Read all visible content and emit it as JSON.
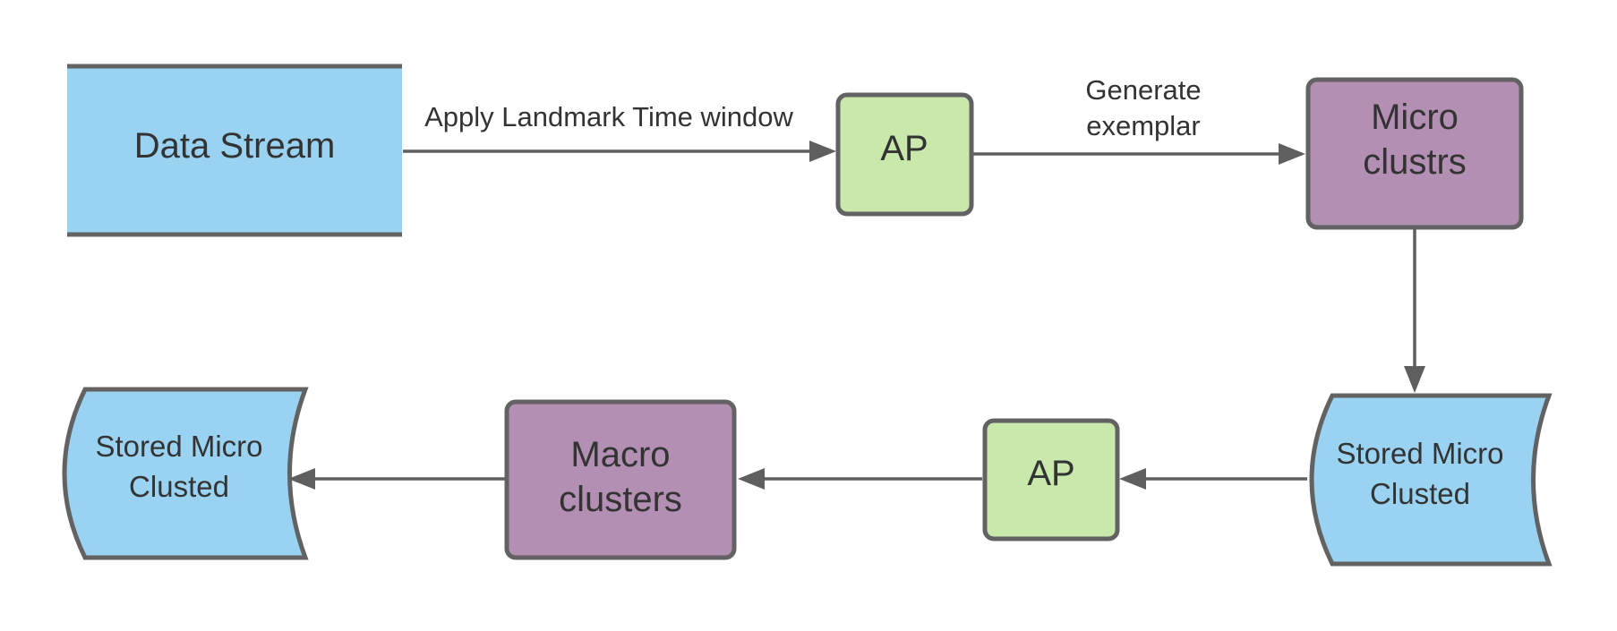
{
  "colors": {
    "stream_fill": "#9ad2f2",
    "process_fill": "#c8e8ac",
    "cluster_fill": "#b28fb3",
    "outline": "#626262",
    "text": "#333333"
  },
  "nodes": {
    "data_stream": {
      "label": "Data Stream"
    },
    "ap_top": {
      "label": "AP"
    },
    "micro_clusters": {
      "line1": "Micro",
      "line2": "clustrs"
    },
    "stored_right": {
      "line1": "Stored Micro",
      "line2": "Clusted"
    },
    "ap_bottom": {
      "label": "AP"
    },
    "macro_clusters": {
      "line1": "Macro",
      "line2": "clusters"
    },
    "stored_left": {
      "line1": "Stored Micro",
      "line2": "Clusted"
    }
  },
  "edges": {
    "stream_to_ap": {
      "label": "Apply Landmark Time window"
    },
    "ap_to_micro": {
      "line1": "Generate",
      "line2": "exemplar"
    }
  }
}
